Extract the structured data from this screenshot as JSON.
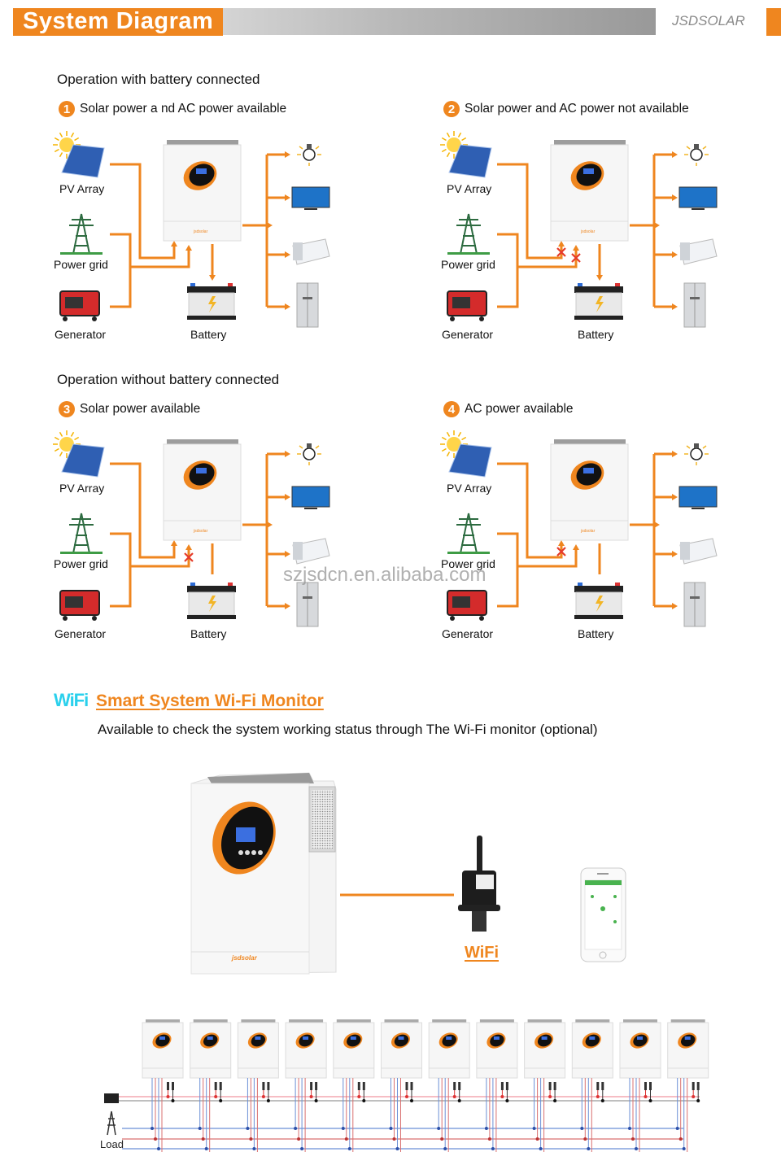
{
  "header": {
    "title": "System Diagram",
    "brand": "JSDSOLAR",
    "accent_color": "#ef861f"
  },
  "sections": [
    {
      "title": "Operation with battery connected"
    },
    {
      "title": "Operation without battery connected"
    }
  ],
  "scenarios": [
    {
      "number": "1",
      "title": "Solar power a nd AC power available",
      "pv_blocked": false,
      "grid_blocked": false,
      "battery_connected": true
    },
    {
      "number": "2",
      "title": "Solar power and AC power not available",
      "pv_blocked": true,
      "grid_blocked": true,
      "battery_connected": true
    },
    {
      "number": "3",
      "title": "Solar power available",
      "pv_blocked": false,
      "grid_blocked": true,
      "battery_connected": false
    },
    {
      "number": "4",
      "title": "AC power available",
      "pv_blocked": true,
      "grid_blocked": false,
      "battery_connected": false
    }
  ],
  "labels": {
    "pv_array": "PV Array",
    "power_grid": "Power grid",
    "generator": "Generator",
    "battery": "Battery"
  },
  "loads": [
    "light-bulb",
    "television",
    "air-conditioner",
    "refrigerator"
  ],
  "wifi": {
    "logo": "WiFi",
    "title": "Smart System Wi-Fi Monitor",
    "description": "Available to check the system working status through The Wi-Fi monitor (optional)",
    "device_label": "WiFi",
    "logo_color": "#2ad0ec"
  },
  "parallel": {
    "inverter_count": 12,
    "load_label": "Load"
  },
  "watermark": "szjsdcn.en.alibaba.com"
}
